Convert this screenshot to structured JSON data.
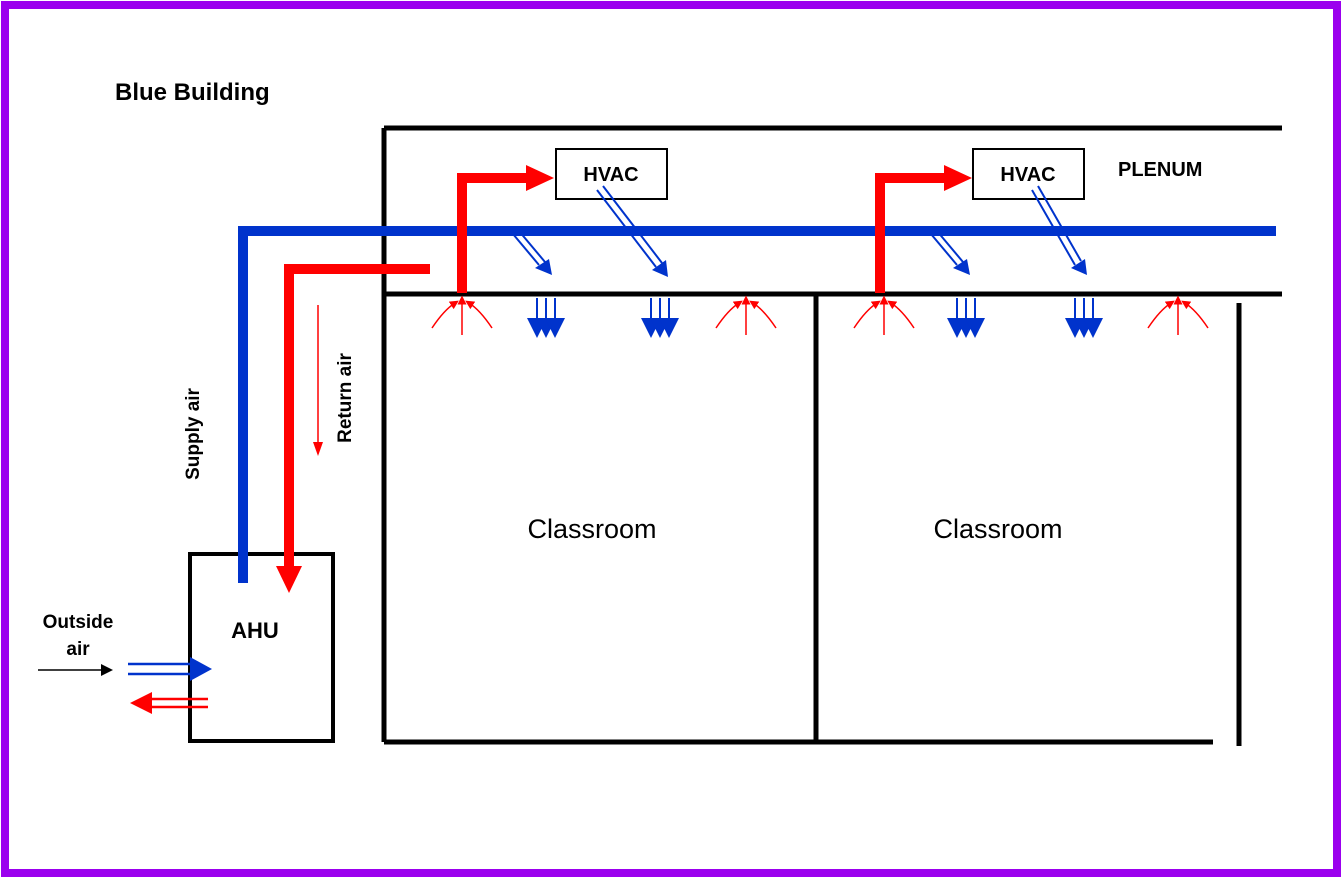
{
  "title": "Blue Building",
  "labels": {
    "plenum": "PLENUM",
    "hvac_1": "HVAC",
    "hvac_2": "HVAC",
    "classroom_1": "Classroom",
    "classroom_2": "Classroom",
    "ahu": "AHU",
    "supply_air": "Supply air",
    "return_air": "Return air",
    "outside_air_line1": "Outside",
    "outside_air_line2": "air"
  },
  "colors": {
    "frame": "#9B00EE",
    "supply": "#0033CC",
    "return": "#FF0000",
    "wall": "#000000"
  }
}
